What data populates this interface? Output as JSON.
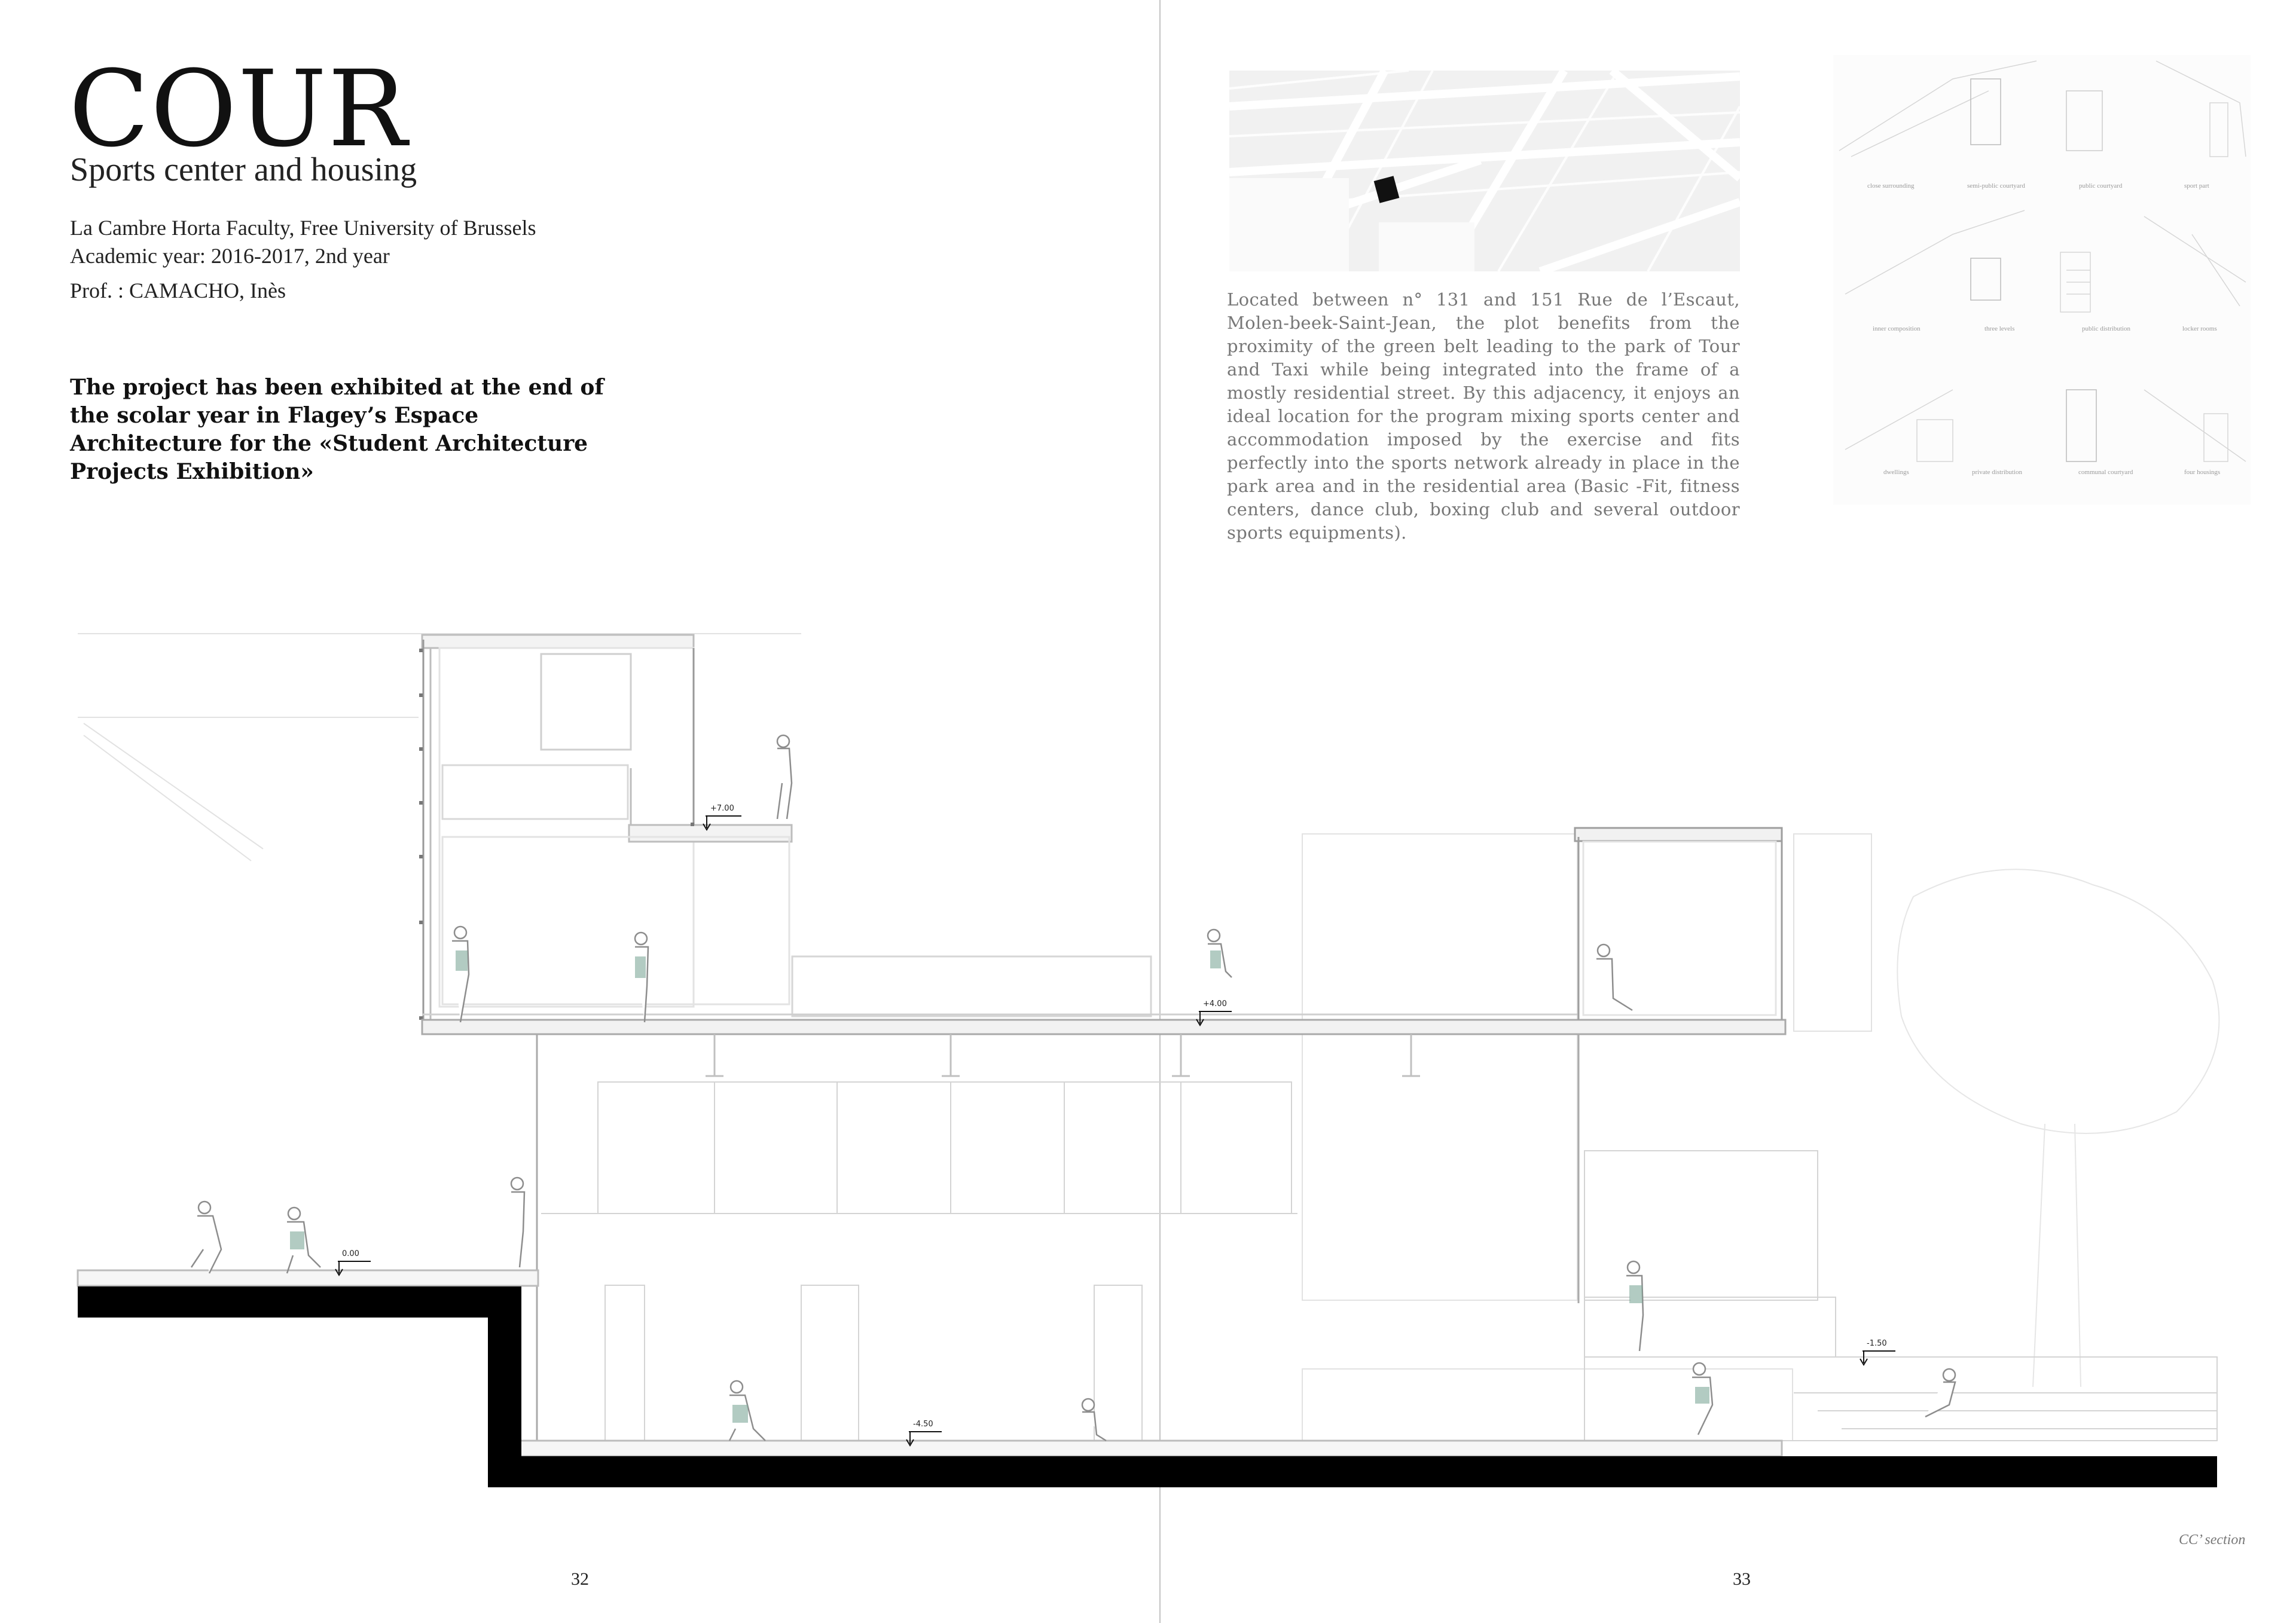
{
  "header": {
    "title": "COUR",
    "subtitle": "Sports center and housing",
    "faculty": "La Cambre Horta Faculty, Free University of Brussels",
    "academic_year": "Academic year: 2016-2017, 2nd year",
    "professor": "Prof. : CAMACHO, Inès"
  },
  "exhibition_note": "The project has been exhibited at the end of the scolar year in Flagey’s Espace Architecture for the «Student Architecture Projects Exhibition»",
  "site_description": "Located between n° 131 and 151 Rue de l’Escaut, Molen-beek-Saint-Jean, the plot benefits from the proximity of the green belt leading to the park of Tour and Taxi while being integrated into the frame of a mostly residential street. By this adjacency, it enjoys an ideal location for the program mixing sports center and accommodation imposed by the exercise and fits perfectly into the sports network already in place in the park area and in the residential area (Basic -Fit, fitness centers, dance club, boxing club and several outdoor sports equipments).",
  "diagrams": {
    "labels": [
      "close surrounding",
      "semi-public courtyard",
      "public courtyard",
      "sport part",
      "inner composition",
      "three levels",
      "public distribution",
      "locker rooms",
      "dwellings",
      "private distribution",
      "communal courtyard",
      "four housings"
    ]
  },
  "section": {
    "levels": [
      "+7.00",
      "+4.00",
      "0.00",
      "-4.50",
      "-1.50"
    ],
    "caption": "CC’ section"
  },
  "pages": {
    "left": "32",
    "right": "33"
  },
  "colors": {
    "ink": "#111111",
    "line": "#c8c8c8",
    "figure_accent": "#7fa89a",
    "text_grey": "#777777"
  }
}
